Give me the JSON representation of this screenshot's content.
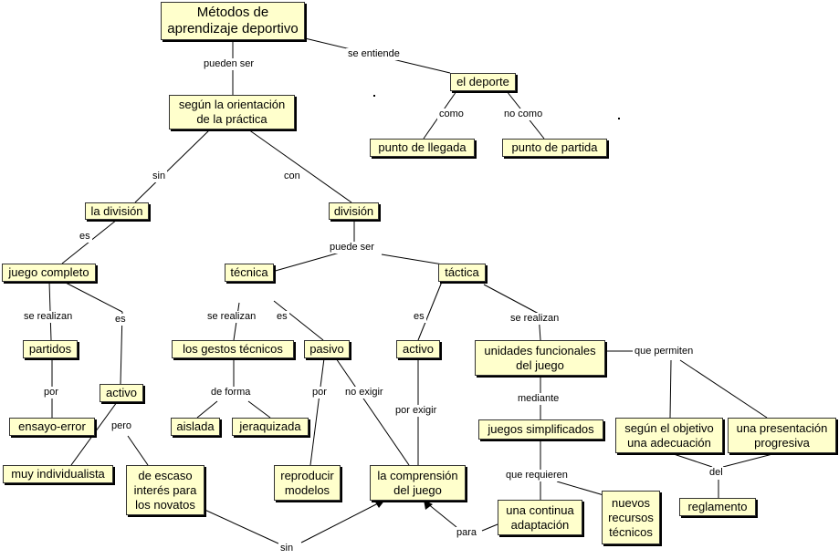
{
  "nodes": {
    "title": "Métodos de\naprendizaje deportivo",
    "orientacion": "según la orientación\nde la práctica",
    "deporte": "el deporte",
    "punto_llegada": "punto de llegada",
    "punto_partida": "punto de partida",
    "la_division": "la división",
    "division": "división",
    "juego_completo": "juego completo",
    "tecnica": "técnica",
    "tactica": "táctica",
    "partidos": "partidos",
    "activo1": "activo",
    "gestos": "los gestos técnicos",
    "pasivo": "pasivo",
    "activo2": "activo",
    "unidades": "unidades funcionales\ndel juego",
    "ensayo": "ensayo-error",
    "aislada": "aislada",
    "jerarquizada": "jeraquizada",
    "juegos_simpl": "juegos simplificados",
    "segun_objetivo": "según el objetivo\nuna adecuación",
    "presentacion": "una presentación\nprogresiva",
    "individualista": "muy individualista",
    "escaso": "de escaso\ninterés para\nlos novatos",
    "reproducir": "reproducir\nmodelos",
    "comprension": "la comprensión\ndel juego",
    "nuevos": "nuevos\nrecursos\ntécnicos",
    "continua": "una continua\nadaptación",
    "reglamento": "reglamento"
  },
  "links": {
    "pueden_ser": "pueden ser",
    "se_entiende": "se entiende",
    "como": "como",
    "no_como": "no como",
    "sin1": "sin",
    "con": "con",
    "es1": "es",
    "puede_ser": "puede ser",
    "se_realizan1": "se realizan",
    "es2": "es",
    "se_realizan2": "se realizan",
    "es3": "es",
    "es4": "es",
    "se_realizan3": "se realizan",
    "que_permiten": "que permiten",
    "por1": "por",
    "pero": "pero",
    "de_forma": "de forma",
    "por2": "por",
    "no_exigir": "no exigir",
    "por_exigir": "por exigir",
    "mediante": "mediante",
    "que_requieren": "que requieren",
    "del": "del",
    "sin2": "sin",
    "para": "para"
  }
}
